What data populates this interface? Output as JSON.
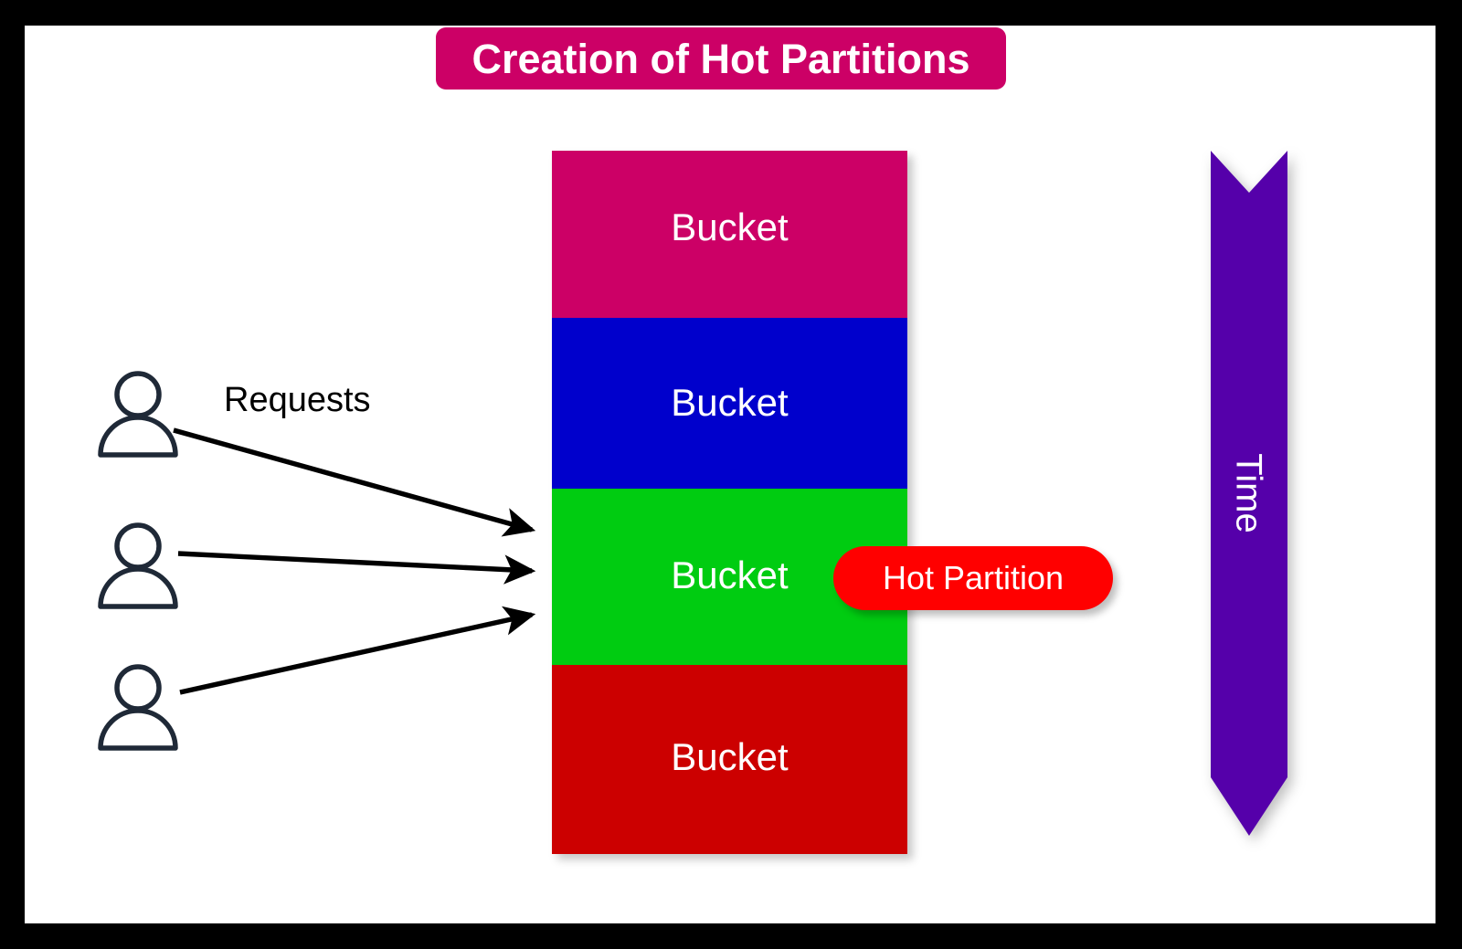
{
  "title": {
    "text": "Creation of Hot Partitions",
    "background": "#cc0066",
    "text_color": "#ffffff"
  },
  "buckets": [
    {
      "label": "Bucket",
      "color": "#cc0066",
      "name": "bucket-pink"
    },
    {
      "label": "Bucket",
      "color": "#0000cc",
      "name": "bucket-blue"
    },
    {
      "label": "Bucket",
      "color": "#00cc11",
      "name": "bucket-green"
    },
    {
      "label": "Bucket",
      "color": "#cc0000",
      "name": "bucket-red"
    }
  ],
  "hot_partition": {
    "label": "Hot Partition",
    "background": "#ff0000",
    "text_color": "#ffffff"
  },
  "time_arrow": {
    "label": "Time",
    "color": "#5500aa",
    "text_color": "#ffffff",
    "direction": "downward"
  },
  "requests": {
    "label": "Requests",
    "text_color": "#000000",
    "arrow_count": 3,
    "arrow_color": "#000000",
    "target": "bucket-green"
  },
  "people": [
    {
      "name": "user-1"
    },
    {
      "name": "user-2"
    },
    {
      "name": "user-3"
    }
  ],
  "people_stroke_color": "#1f2937",
  "canvas": {
    "border_color": "#000000",
    "background": "#ffffff"
  }
}
